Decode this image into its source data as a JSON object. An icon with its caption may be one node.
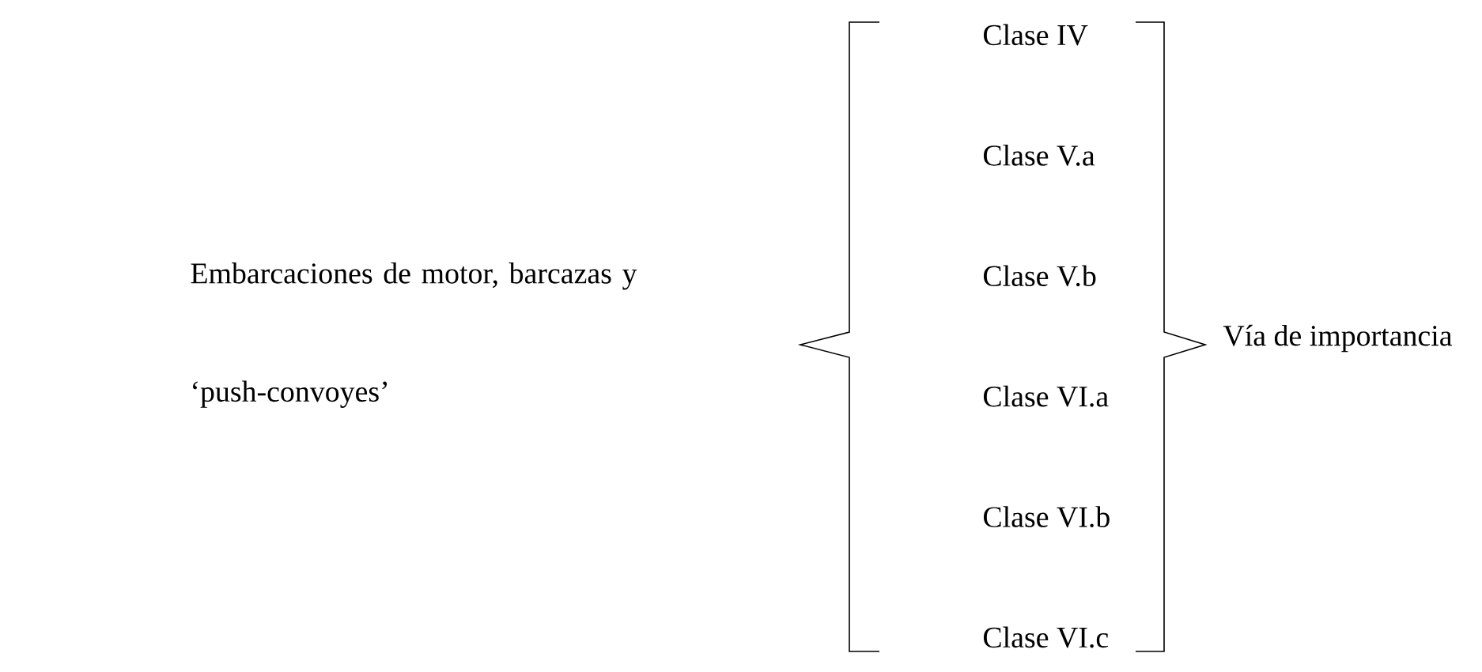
{
  "diagram": {
    "labels": [
      "Embarcaciones de motor, barcazas y ‘push-convoyes’",
      "Clase IV",
      "Clase V.a",
      "Clase V.b",
      "Clase VI.a",
      "Clase VI.b",
      "Clase VI.c",
      "Vía de importancia"
    ]
  }
}
